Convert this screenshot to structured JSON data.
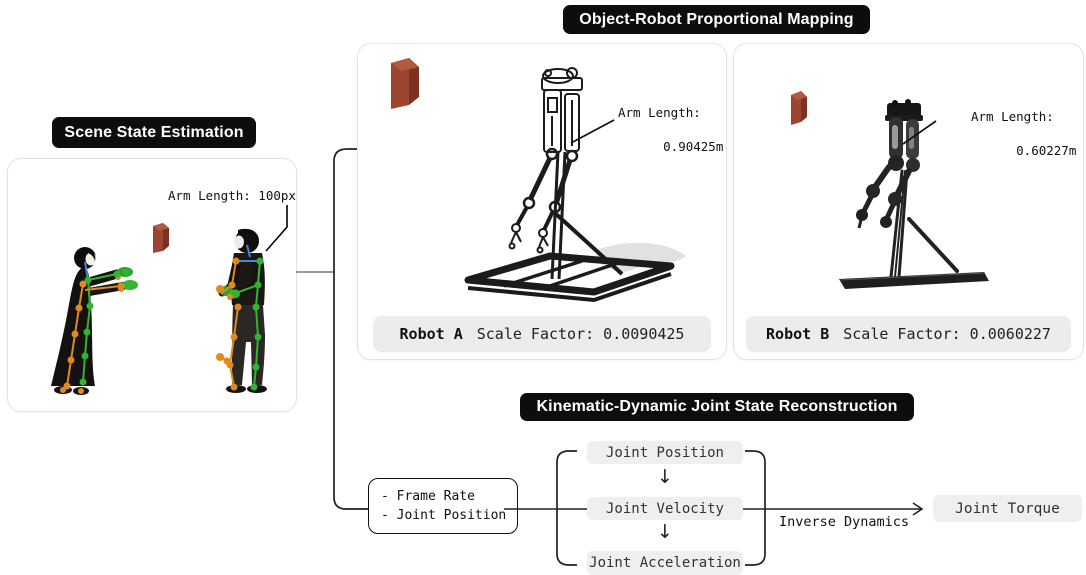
{
  "banners": {
    "mapping": "Object-Robot Proportional Mapping",
    "scene": "Scene State Estimation",
    "kinematic": "Kinematic-Dynamic Joint State Reconstruction"
  },
  "scene_panel": {
    "arm_annotation": "Arm Length: 100px"
  },
  "robot_a": {
    "arm_annotation_line1": "Arm Length:",
    "arm_annotation_line2": "0.90425m",
    "name": "Robot A",
    "scale_label": "Scale Factor: 0.0090425"
  },
  "robot_b": {
    "arm_annotation_line1": "Arm Length:",
    "arm_annotation_line2": "0.60227m",
    "name": "Robot B",
    "scale_label": "Scale Factor: 0.0060227"
  },
  "flow": {
    "input_line1": "- Frame Rate",
    "input_line2": "- Joint Position",
    "stages": [
      "Joint Position",
      "Joint Velocity",
      "Joint Acceleration"
    ],
    "down_arrow": "↓",
    "process_label": "Inverse Dynamics",
    "output": "Joint Torque"
  },
  "colors": {
    "banner_bg": "#0d0d0d",
    "banner_text": "#ffffff",
    "panel_border": "#e3e3e3",
    "caption_bg": "#ececec",
    "stage_bg": "#efefef",
    "line": "#1c1c1c",
    "brick_face": "#9c4631",
    "brick_shade": "#7e3120",
    "keypoint_green": "#2fb52f",
    "keypoint_orange": "#e08a1e",
    "bone_blue": "#4a86d8"
  }
}
